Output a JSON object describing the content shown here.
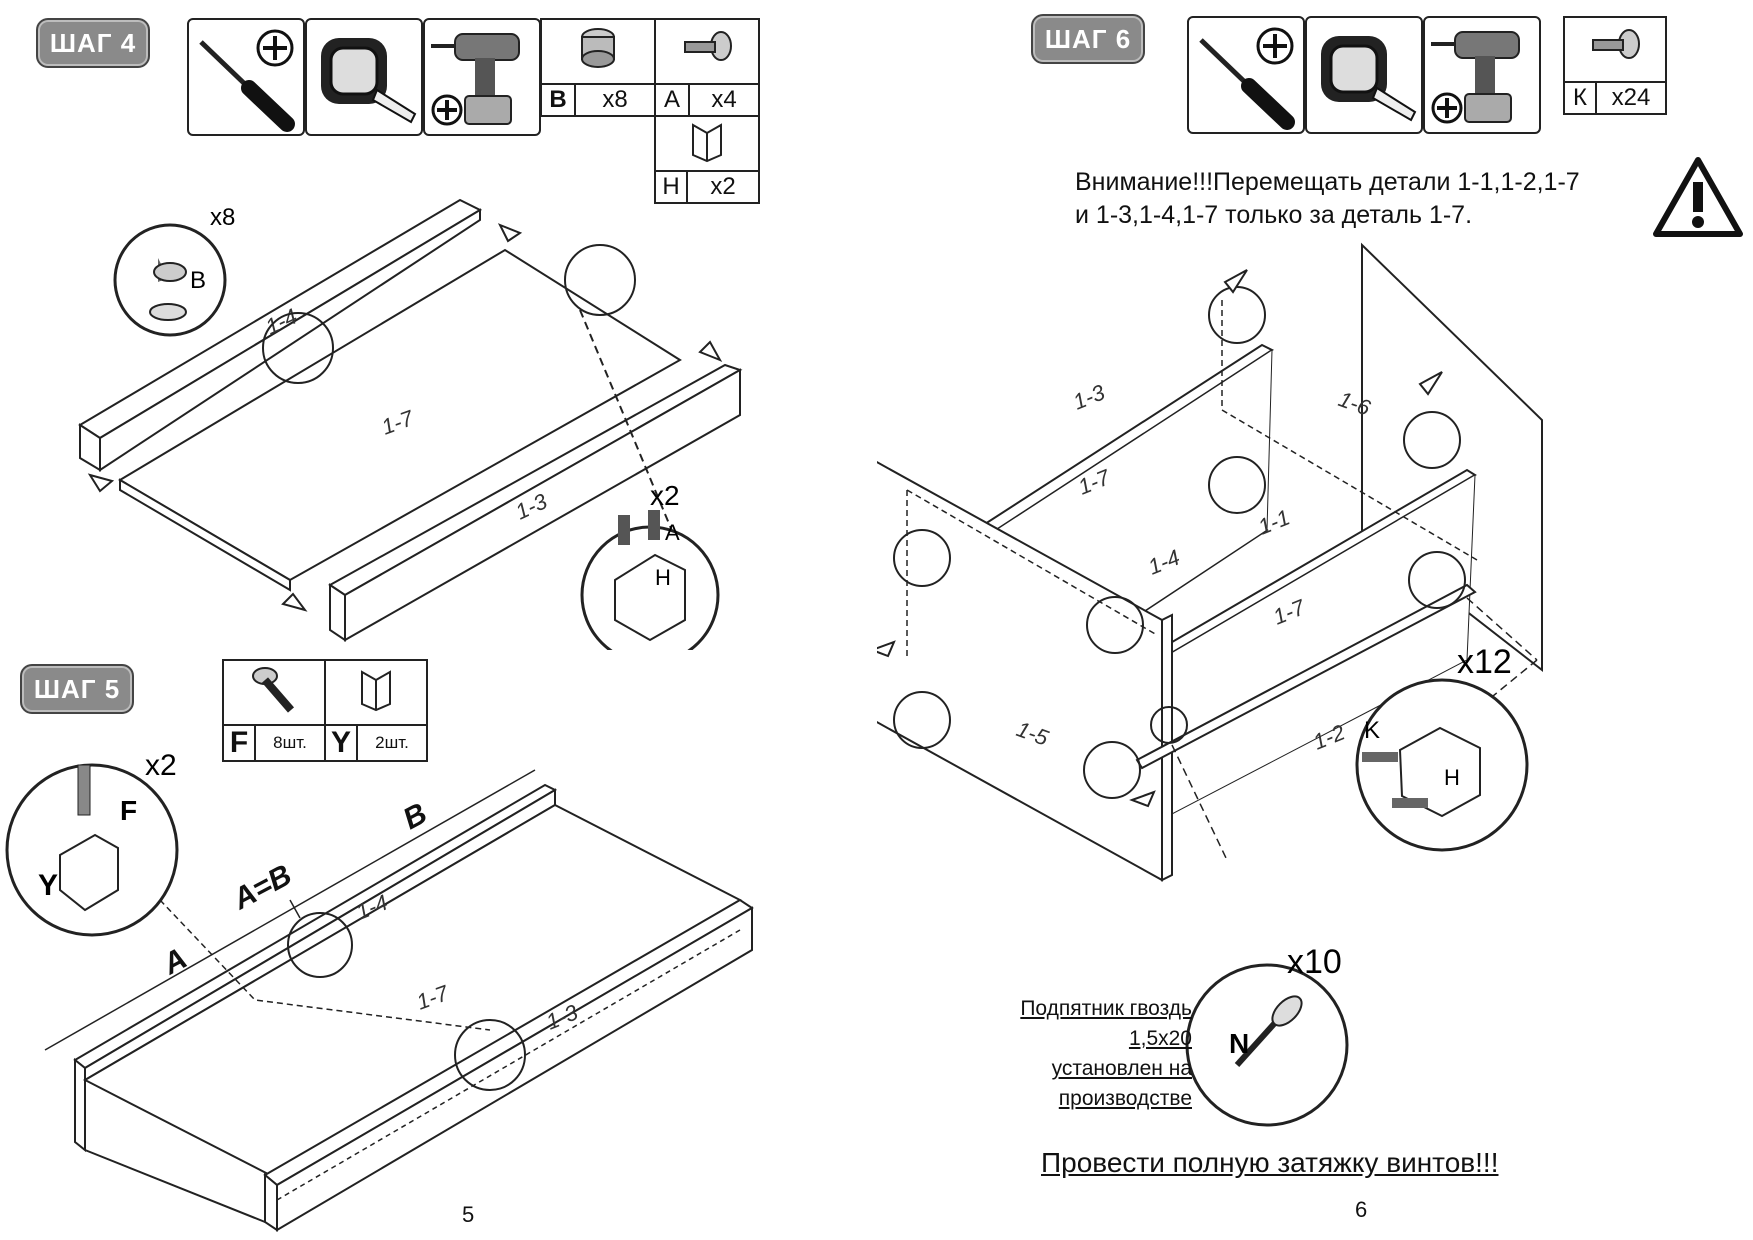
{
  "pages": [
    {
      "number": "5",
      "steps": [
        {
          "badge": "ШАГ 4",
          "tools": [
            "screwdriver-icon",
            "tape-measure-icon",
            "drill-icon"
          ],
          "parts": [
            {
              "code": "B",
              "qty": "x8"
            },
            {
              "code": "A",
              "qty": "x4"
            },
            {
              "code": "H",
              "qty": "x2"
            }
          ],
          "callouts": {
            "cam_qty": "x8",
            "cam_code": "B",
            "bracket_qty": "x2",
            "bracket_screw": "A",
            "bracket_code": "H"
          },
          "panels": [
            "1-4",
            "1-7",
            "1-3"
          ]
        },
        {
          "badge": "ШАГ 5",
          "parts": [
            {
              "code": "F",
              "qty": "8шт."
            },
            {
              "code": "Y",
              "qty": "2шт."
            }
          ],
          "callouts": {
            "qty": "x2",
            "screw": "F",
            "bracket": "Y"
          },
          "dims": [
            "A",
            "A=B",
            "B"
          ],
          "panels": [
            "1-4",
            "1-7",
            "1-3"
          ]
        }
      ]
    },
    {
      "number": "6",
      "steps": [
        {
          "badge": "ШАГ 6",
          "tools": [
            "screwdriver-icon",
            "tape-measure-icon",
            "drill-icon"
          ],
          "parts": [
            {
              "code": "К",
              "qty": "x24"
            }
          ],
          "warning_lines": [
            "Внимание!!!Перемещать детали 1-1,1-2,1-7",
            "и 1-3,1-4,1-7  только за деталь 1-7."
          ],
          "panels": [
            "1-3",
            "1-6",
            "1-7",
            "1-4",
            "1-1",
            "1-7",
            "1-5",
            "1-2"
          ],
          "callouts": {
            "bracket_qty": "x12",
            "screw": "K",
            "bracket": "H",
            "nail_qty": "x10",
            "nail": "N"
          },
          "note_lines": [
            "Подпятник гвоздь 1,5х20",
            "установлен на производстве"
          ],
          "final": "Провести полную затяжку винтов!!!"
        }
      ]
    }
  ]
}
